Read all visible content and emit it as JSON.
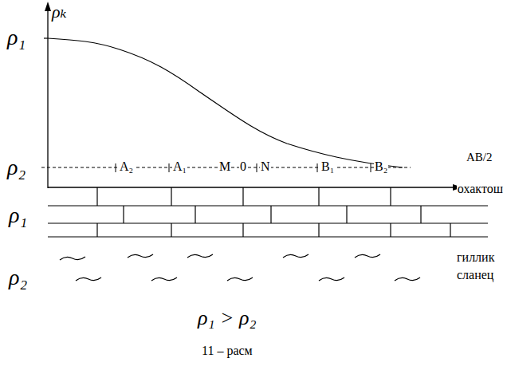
{
  "diagram": {
    "caption": "11 – расм",
    "labels": [
      "ρₖ",
      "ρ₁",
      "ρ₂",
      "A₂",
      "A₁",
      "M",
      "0",
      "N",
      "B₁",
      "B₂",
      "AB/2",
      "охактош",
      "ρ₁",
      "гиллик",
      "сланец",
      "ρ₂",
      "ρ₁ > ρ₂"
    ]
  }
}
